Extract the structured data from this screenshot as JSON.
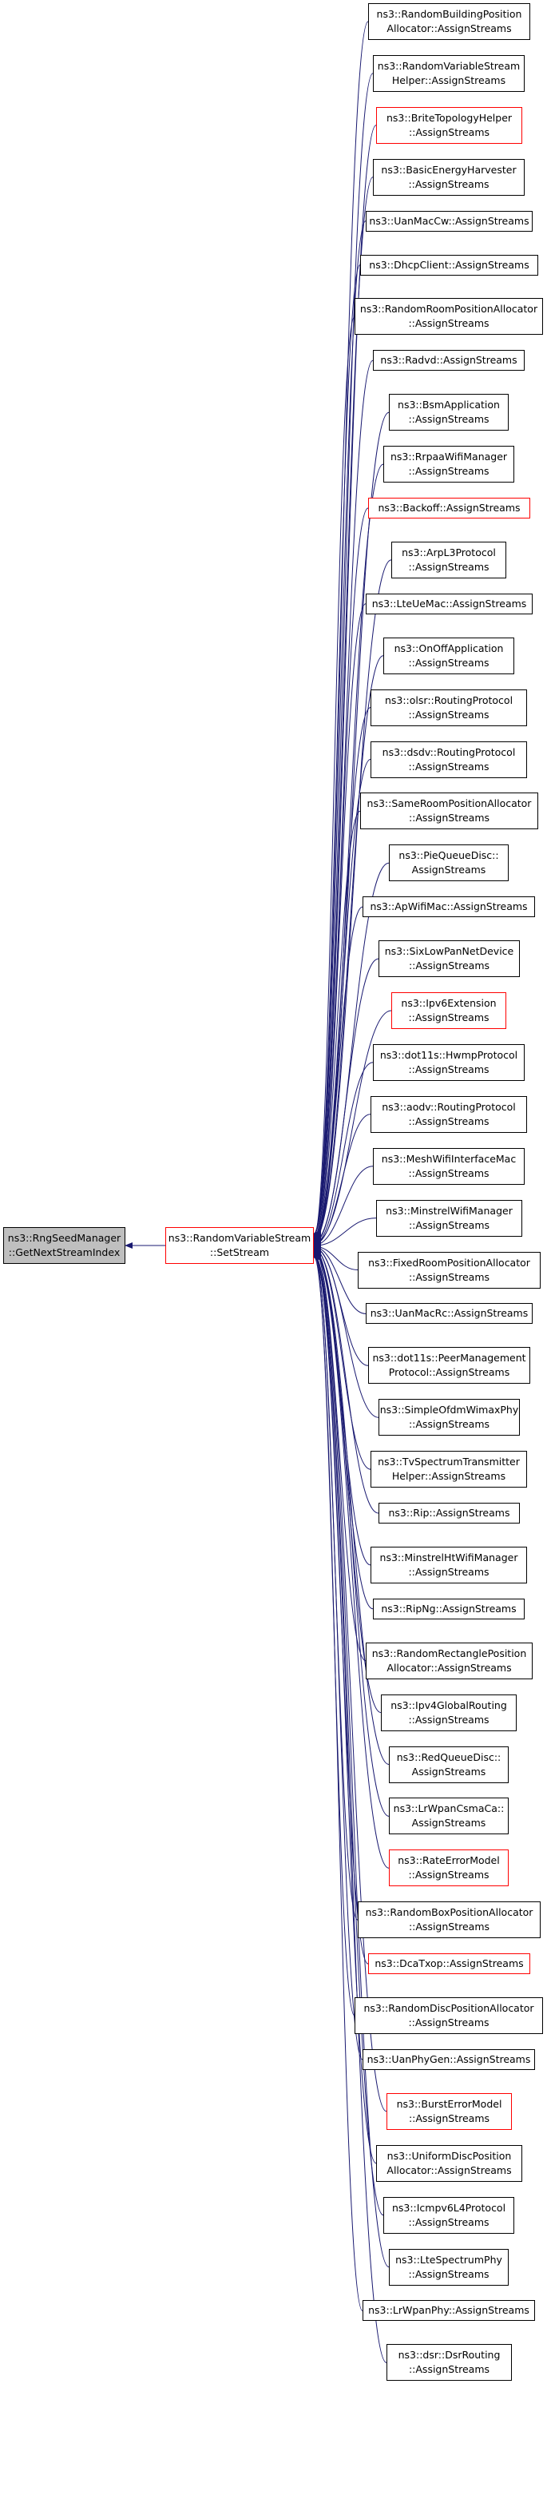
{
  "colors": {
    "edge": "#191970",
    "border": "#000000",
    "undocumented_border": "#ff0000",
    "current_fill": "#bfbfbf"
  },
  "root": {
    "lines": [
      "ns3::RngSeedManager",
      "::GetNextStreamIndex"
    ]
  },
  "hub": {
    "lines": [
      "ns3::RandomVariableStream",
      "::SetStream"
    ],
    "red": true
  },
  "callers": [
    {
      "lines": [
        "ns3::RandomBuildingPosition",
        "Allocator::AssignStreams"
      ]
    },
    {
      "lines": [
        "ns3::RandomVariableStream",
        "Helper::AssignStreams"
      ]
    },
    {
      "lines": [
        "ns3::BriteTopologyHelper",
        "::AssignStreams"
      ],
      "red": true
    },
    {
      "lines": [
        "ns3::BasicEnergyHarvester",
        "::AssignStreams"
      ]
    },
    {
      "lines": [
        "ns3::UanMacCw::AssignStreams"
      ]
    },
    {
      "lines": [
        "ns3::DhcpClient::AssignStreams"
      ]
    },
    {
      "lines": [
        "ns3::RandomRoomPositionAllocator",
        "::AssignStreams"
      ]
    },
    {
      "lines": [
        "ns3::Radvd::AssignStreams"
      ]
    },
    {
      "lines": [
        "ns3::BsmApplication",
        "::AssignStreams"
      ]
    },
    {
      "lines": [
        "ns3::RrpaaWifiManager",
        "::AssignStreams"
      ]
    },
    {
      "lines": [
        "ns3::Backoff::AssignStreams"
      ],
      "red": true
    },
    {
      "lines": [
        "ns3::ArpL3Protocol",
        "::AssignStreams"
      ]
    },
    {
      "lines": [
        "ns3::LteUeMac::AssignStreams"
      ]
    },
    {
      "lines": [
        "ns3::OnOffApplication",
        "::AssignStreams"
      ]
    },
    {
      "lines": [
        "ns3::olsr::RoutingProtocol",
        "::AssignStreams"
      ]
    },
    {
      "lines": [
        "ns3::dsdv::RoutingProtocol",
        "::AssignStreams"
      ]
    },
    {
      "lines": [
        "ns3::SameRoomPositionAllocator",
        "::AssignStreams"
      ]
    },
    {
      "lines": [
        "ns3::PieQueueDisc::",
        "AssignStreams"
      ]
    },
    {
      "lines": [
        "ns3::ApWifiMac::AssignStreams"
      ]
    },
    {
      "lines": [
        "ns3::SixLowPanNetDevice",
        "::AssignStreams"
      ]
    },
    {
      "lines": [
        "ns3::Ipv6Extension",
        "::AssignStreams"
      ],
      "red": true
    },
    {
      "lines": [
        "ns3::dot11s::HwmpProtocol",
        "::AssignStreams"
      ]
    },
    {
      "lines": [
        "ns3::aodv::RoutingProtocol",
        "::AssignStreams"
      ]
    },
    {
      "lines": [
        "ns3::MeshWifiInterfaceMac",
        "::AssignStreams"
      ]
    },
    {
      "lines": [
        "ns3::MinstrelWifiManager",
        "::AssignStreams"
      ]
    },
    {
      "lines": [
        "ns3::FixedRoomPositionAllocator",
        "::AssignStreams"
      ]
    },
    {
      "lines": [
        "ns3::UanMacRc::AssignStreams"
      ]
    },
    {
      "lines": [
        "ns3::dot11s::PeerManagement",
        "Protocol::AssignStreams"
      ]
    },
    {
      "lines": [
        "ns3::SimpleOfdmWimaxPhy",
        "::AssignStreams"
      ]
    },
    {
      "lines": [
        "ns3::TvSpectrumTransmitter",
        "Helper::AssignStreams"
      ]
    },
    {
      "lines": [
        "ns3::Rip::AssignStreams"
      ]
    },
    {
      "lines": [
        "ns3::MinstrelHtWifiManager",
        "::AssignStreams"
      ]
    },
    {
      "lines": [
        "ns3::RipNg::AssignStreams"
      ]
    },
    {
      "lines": [
        "ns3::RandomRectanglePosition",
        "Allocator::AssignStreams"
      ]
    },
    {
      "lines": [
        "ns3::Ipv4GlobalRouting",
        "::AssignStreams"
      ]
    },
    {
      "lines": [
        "ns3::RedQueueDisc::",
        "AssignStreams"
      ]
    },
    {
      "lines": [
        "ns3::LrWpanCsmaCa::",
        "AssignStreams"
      ]
    },
    {
      "lines": [
        "ns3::RateErrorModel",
        "::AssignStreams"
      ],
      "red": true
    },
    {
      "lines": [
        "ns3::RandomBoxPositionAllocator",
        "::AssignStreams"
      ]
    },
    {
      "lines": [
        "ns3::DcaTxop::AssignStreams"
      ],
      "red": true
    },
    {
      "lines": [
        "ns3::RandomDiscPositionAllocator",
        "::AssignStreams"
      ]
    },
    {
      "lines": [
        "ns3::UanPhyGen::AssignStreams"
      ]
    },
    {
      "lines": [
        "ns3::BurstErrorModel",
        "::AssignStreams"
      ],
      "red": true
    },
    {
      "lines": [
        "ns3::UniformDiscPosition",
        "Allocator::AssignStreams"
      ]
    },
    {
      "lines": [
        "ns3::Icmpv6L4Protocol",
        "::AssignStreams"
      ]
    },
    {
      "lines": [
        "ns3::LteSpectrumPhy",
        "::AssignStreams"
      ]
    },
    {
      "lines": [
        "ns3::LrWpanPhy::AssignStreams"
      ]
    },
    {
      "lines": [
        "ns3::dsr::DsrRouting",
        "::AssignStreams"
      ]
    }
  ]
}
